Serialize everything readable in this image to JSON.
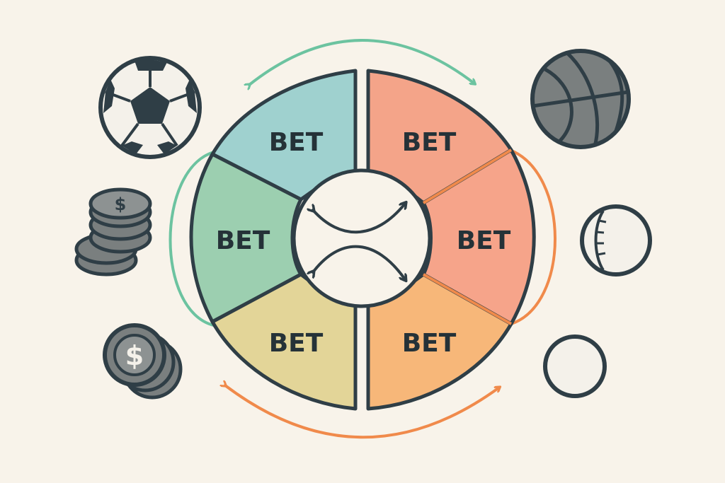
{
  "diagram": {
    "segments": [
      {
        "id": "top-left",
        "label": "BET",
        "color": "#9fd1cf"
      },
      {
        "id": "mid-left",
        "label": "BET",
        "color": "#9ccfb0"
      },
      {
        "id": "bottom-left",
        "label": "BET",
        "color": "#e3d598"
      },
      {
        "id": "top-right",
        "label": "BET",
        "color": "#f4a489"
      },
      {
        "id": "mid-right",
        "label": "BET",
        "color": "#f6a48a"
      },
      {
        "id": "bottom-right",
        "label": "BET",
        "color": "#f7b779"
      }
    ],
    "outline_color": "#2f3e46",
    "hub_color": "#f8f3ea",
    "arrow_colors": {
      "top": "#6cc3a0",
      "left": "#6cc3a0",
      "right": "#f08a4b",
      "bottom": "#f08a4b",
      "center": "#2f3e46"
    },
    "icons_left": [
      "soccer-ball-icon",
      "coin-stack-icon",
      "dollar-coins-icon"
    ],
    "icons_right": [
      "basketball-icon",
      "baseball-icon",
      "ball-icon"
    ],
    "icon_colors": {
      "dark": "#2f3e46",
      "gray": "#7a7f7f",
      "light": "#f4f1ea"
    }
  }
}
